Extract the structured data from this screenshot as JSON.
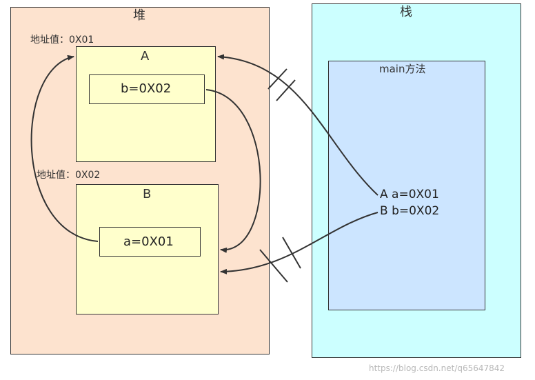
{
  "heap": {
    "title": "堆"
  },
  "stack": {
    "title": "栈"
  },
  "main_frame": {
    "title": "main方法",
    "ref_a": "A a=0X01",
    "ref_b": "B b=0X02"
  },
  "object_a": {
    "name": "A",
    "address_label": "地址值：0X01",
    "field": "b=0X02"
  },
  "object_b": {
    "name": "B",
    "address_label": "地址值：0X02",
    "field": "a=0X01"
  },
  "watermark": "https://blog.csdn.net/q65647842",
  "colors": {
    "heap_bg": "#fde3cf",
    "stack_bg": "#ccffff",
    "frame_bg": "#cce5ff",
    "object_bg": "#ffffcc",
    "line": "#333333"
  }
}
